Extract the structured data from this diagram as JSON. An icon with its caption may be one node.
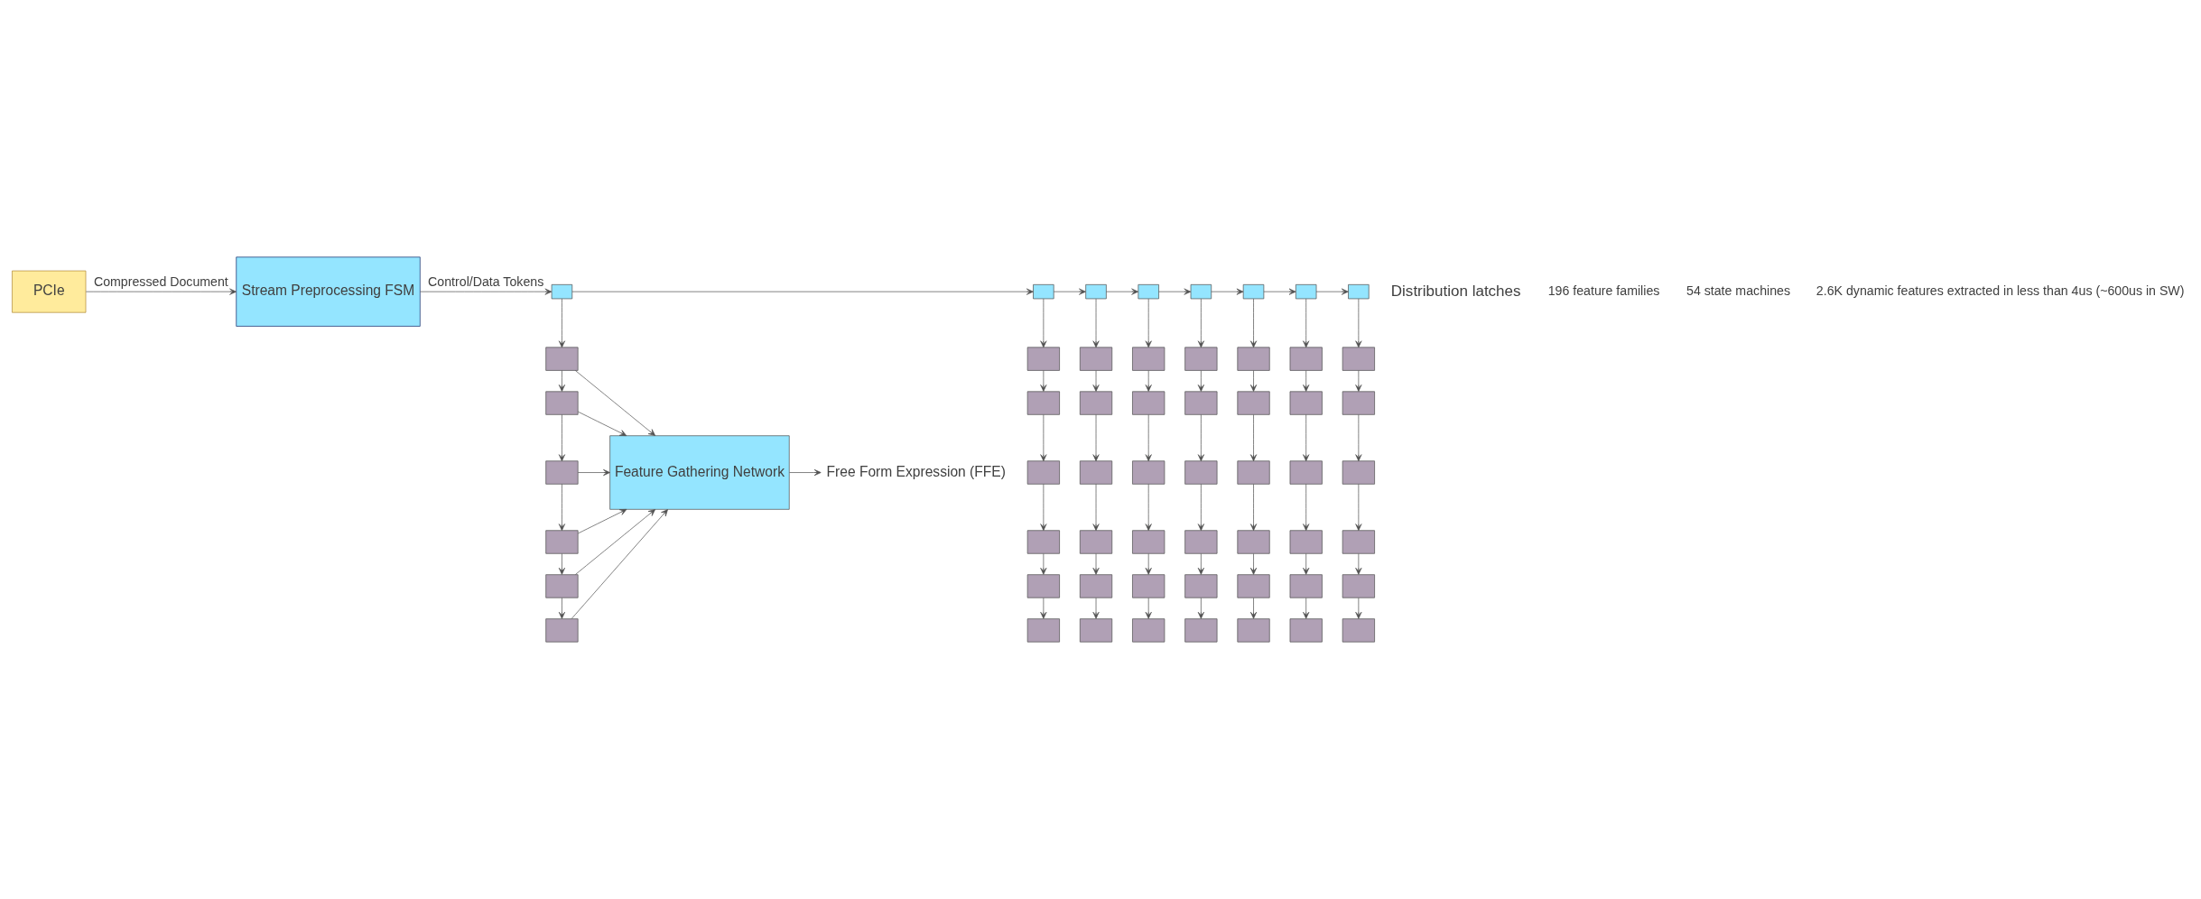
{
  "diagram": {
    "nodes": [
      {
        "text": [
          "PCIe"
        ]
      },
      {
        "text": [
          "Stream Preprocessing FSM"
        ]
      },
      {
        "text": [],
        "shape": "box"
      },
      {
        "text": [],
        "shape": "box"
      },
      {
        "text": [],
        "shape": "box"
      },
      {
        "text": [],
        "shape": "box"
      },
      {
        "text": [],
        "shape": "box"
      },
      {
        "text": [],
        "shape": "box"
      },
      {
        "text": [],
        "shape": "box"
      },
      {
        "text": [],
        "shape": "box"
      },
      {
        "text": [],
        "shape": "box"
      },
      {
        "text": [],
        "shape": "box"
      },
      {
        "text": [],
        "shape": "box"
      },
      {
        "text": [],
        "shape": "box"
      },
      {
        "text": [],
        "shape": "box"
      },
      {
        "text": [],
        "shape": "box"
      },
      {
        "text": [],
        "shape": "box"
      },
      {
        "text": [],
        "shape": "box"
      },
      {
        "text": [],
        "shape": "box"
      },
      {
        "text": [],
        "shape": "box"
      },
      {
        "text": [],
        "shape": "box"
      },
      {
        "text": [],
        "shape": "box"
      },
      {
        "text": [],
        "shape": "box"
      },
      {
        "text": [],
        "shape": "box"
      },
      {
        "text": [],
        "shape": "box"
      },
      {
        "text": [],
        "shape": "box"
      },
      {
        "text": [],
        "shape": "box"
      },
      {
        "text": [],
        "shape": "box"
      },
      {
        "text": [],
        "shape": "box"
      },
      {
        "text": [],
        "shape": "box"
      },
      {
        "text": [],
        "shape": "box"
      },
      {
        "text": [],
        "shape": "box"
      },
      {
        "text": [],
        "shape": "box"
      },
      {
        "text": [],
        "shape": "box"
      },
      {
        "text": [],
        "shape": "box"
      },
      {
        "text": [],
        "shape": "box"
      },
      {
        "text": [],
        "shape": "box"
      },
      {
        "text": [],
        "shape": "box"
      },
      {
        "text": [],
        "shape": "box"
      },
      {
        "text": [],
        "shape": "box"
      },
      {
        "text": [],
        "shape": "box"
      },
      {
        "text": [],
        "shape": "box"
      },
      {
        "text": [],
        "shape": "box"
      },
      {
        "text": [],
        "shape": "box"
      },
      {
        "text": [],
        "shape": "box"
      },
      {
        "text": [],
        "shape": "box"
      },
      {
        "text": [],
        "shape": "box"
      },
      {
        "text": [],
        "shape": "box"
      },
      {
        "text": [],
        "shape": "box"
      },
      {
        "text": [],
        "shape": "box"
      },
      {
        "text": [],
        "shape": "box"
      },
      {
        "text": [],
        "shape": "box"
      },
      {
        "text": [],
        "shape": "box"
      },
      {
        "text": [],
        "shape": "box"
      },
      {
        "text": [],
        "shape": "box"
      },
      {
        "text": [],
        "shape": "box"
      },
      {
        "text": [],
        "shape": "box"
      },
      {
        "text": [],
        "shape": "box"
      },
      {
        "text": [
          "Free Form Expression (FFE)"
        ]
      },
      {
        "text": [
          "Feature Gathering Network"
        ]
      }
    ],
    "edges": [
      {
        "from": 0,
        "to": 1,
        "arrow": "to",
        "label": "Compressed Document"
      },
      {
        "from": 1,
        "to": 2,
        "arrow": "to",
        "label": "Control/Data Tokens"
      },
      {
        "from": 2,
        "to": 3,
        "arrow": "to"
      },
      {
        "from": 3,
        "to": 4,
        "arrow": "to"
      },
      {
        "from": 4,
        "to": 5,
        "arrow": "to"
      },
      {
        "from": 5,
        "to": 6,
        "arrow": "to"
      },
      {
        "from": 6,
        "to": 7,
        "arrow": "to"
      },
      {
        "from": 7,
        "to": 8,
        "arrow": "to"
      },
      {
        "from": 8,
        "to": 9,
        "arrow": "to"
      },
      {
        "from": 2,
        "to": 10,
        "arrow": "to"
      },
      {
        "from": 3,
        "to": 11,
        "arrow": "to"
      },
      {
        "from": 4,
        "to": 12,
        "arrow": "to"
      },
      {
        "from": 5,
        "to": 13,
        "arrow": "to"
      },
      {
        "from": 6,
        "to": 14,
        "arrow": "to"
      },
      {
        "from": 7,
        "to": 15,
        "arrow": "to"
      },
      {
        "from": 8,
        "to": 16,
        "arrow": "to"
      },
      {
        "from": 9,
        "to": 17,
        "arrow": "to"
      },
      {
        "from": 10,
        "to": 18,
        "arrow": "to"
      },
      {
        "from": 11,
        "to": 19,
        "arrow": "to"
      },
      {
        "from": 12,
        "to": 20,
        "arrow": "to"
      },
      {
        "from": 13,
        "to": 21,
        "arrow": "to"
      },
      {
        "from": 14,
        "to": 22,
        "arrow": "to"
      },
      {
        "from": 15,
        "to": 23,
        "arrow": "to"
      },
      {
        "from": 16,
        "to": 24,
        "arrow": "to"
      },
      {
        "from": 17,
        "to": 25,
        "arrow": "to"
      },
      {
        "from": 18,
        "to": 26,
        "arrow": "to"
      },
      {
        "from": 19,
        "to": 27,
        "arrow": "to"
      },
      {
        "from": 20,
        "to": 28,
        "arrow": "to"
      },
      {
        "from": 21,
        "to": 29,
        "arrow": "to"
      },
      {
        "from": 22,
        "to": 30,
        "arrow": "to"
      },
      {
        "from": 23,
        "to": 31,
        "arrow": "to"
      },
      {
        "from": 24,
        "to": 32,
        "arrow": "to"
      },
      {
        "from": 25,
        "to": 33,
        "arrow": "to"
      },
      {
        "from": 26,
        "to": 34,
        "arrow": "to"
      },
      {
        "from": 27,
        "to": 35,
        "arrow": "to"
      },
      {
        "from": 28,
        "to": 36,
        "arrow": "to"
      },
      {
        "from": 29,
        "to": 37,
        "arrow": "to"
      },
      {
        "from": 30,
        "to": 38,
        "arrow": "to"
      },
      {
        "from": 31,
        "to": 39,
        "arrow": "to"
      },
      {
        "from": 32,
        "to": 40,
        "arrow": "to"
      },
      {
        "from": 33,
        "to": 41,
        "arrow": "to"
      },
      {
        "from": 34,
        "to": 42,
        "arrow": "to"
      },
      {
        "from": 35,
        "to": 43,
        "arrow": "to"
      },
      {
        "from": 36,
        "to": 44,
        "arrow": "to"
      },
      {
        "from": 37,
        "to": 45,
        "arrow": "to"
      },
      {
        "from": 38,
        "to": 46,
        "arrow": "to"
      },
      {
        "from": 39,
        "to": 47,
        "arrow": "to"
      },
      {
        "from": 40,
        "to": 48,
        "arrow": "to"
      },
      {
        "from": 41,
        "to": 49,
        "arrow": "to"
      },
      {
        "from": 42,
        "to": 50,
        "arrow": "to"
      },
      {
        "from": 43,
        "to": 51,
        "arrow": "to"
      },
      {
        "from": 44,
        "to": 52,
        "arrow": "to"
      },
      {
        "from": 45,
        "to": 53,
        "arrow": "to"
      },
      {
        "from": 46,
        "to": 54,
        "arrow": "to"
      },
      {
        "from": 47,
        "to": 55,
        "arrow": "to"
      },
      {
        "from": 48,
        "to": 56,
        "arrow": "to"
      },
      {
        "from": 49,
        "to": 57,
        "arrow": "to"
      },
      {
        "from": 10,
        "to": 59,
        "arrow": "to"
      },
      {
        "from": 18,
        "to": 59,
        "arrow": "to"
      },
      {
        "from": 26,
        "to": 59,
        "arrow": "to"
      },
      {
        "from": 34,
        "to": 59,
        "arrow": "to"
      },
      {
        "from": 42,
        "to": 59,
        "arrow": "to"
      },
      {
        "from": 50,
        "to": 59,
        "arrow": "to"
      },
      {
        "from": 59,
        "to": 58,
        "arrow": "to"
      }
    ],
    "labels": [
      "Distribution latches",
      "196 feature families",
      "54 state machines",
      "2.6K dynamic features extracted in less than 4us (~600us in SW)"
    ]
  }
}
